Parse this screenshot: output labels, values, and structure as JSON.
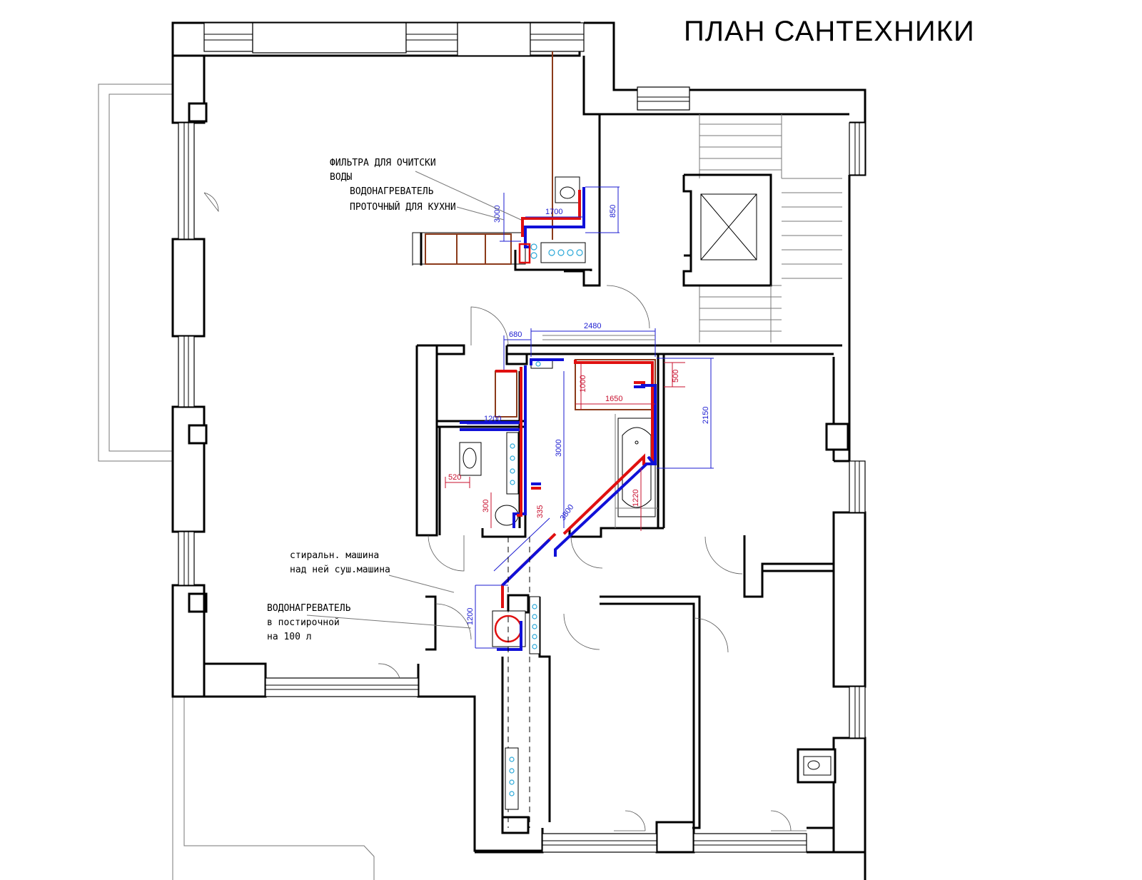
{
  "title": "ПЛАН САНТЕХНИКИ",
  "notes": {
    "kitchen_filter_line1": "ФИЛЬТРА ДЛЯ ОЧИТСКИ",
    "kitchen_filter_line2": "ВОДЫ",
    "kitchen_heater_line1": "ВОДОНАГРЕВАТЕЛЬ",
    "kitchen_heater_line2": "ПРОТОЧНЫЙ ДЛЯ КУХНИ",
    "washer_line1": "стиральн. машина",
    "washer_line2": "над ней суш.машина",
    "boiler_line1": "ВОДОНАГРЕВАТЕЛЬ",
    "boiler_line2": "в постирочной",
    "boiler_line3": "на 100 л"
  },
  "dimensions": {
    "kitchen_1700": "1700",
    "kitchen_850": "850",
    "kitchen_3000": "3000",
    "hall_680": "680",
    "hall_2480": "2480",
    "bath_1000": "1000",
    "bath_1650": "1650",
    "bath_500": "500",
    "bath_2150": "2150",
    "bath_1220": "1220",
    "wc_1200": "1200",
    "wc_3000": "3000",
    "wc_520": "520",
    "wc_300": "300",
    "wc_335": "335",
    "diag_3800": "3800",
    "laundry_1200": "1200"
  },
  "colors": {
    "cold_water": "#1010d8",
    "hot_water": "#e01010",
    "furniture": "#8b3a1a"
  }
}
